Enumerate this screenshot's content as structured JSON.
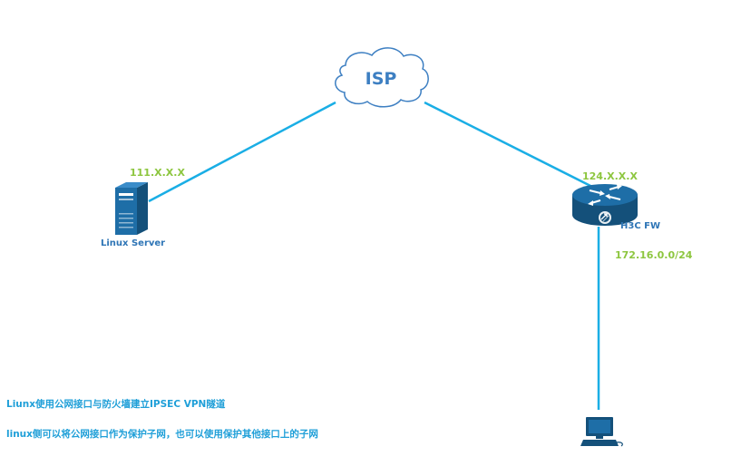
{
  "colors": {
    "link": "#1aaee5",
    "ip_label": "#8dc63f",
    "device_label": "#2e75b6",
    "note_text": "#1f9fd8",
    "device_fill": "#1e6ea7",
    "device_dark": "#14507a",
    "cloud_stroke": "#3d7fc2",
    "isp_text": "#3d7fc2"
  },
  "nodes": {
    "isp": {
      "label": "ISP",
      "icon": "cloud-icon"
    },
    "linux_server": {
      "label": "Linux Server",
      "ip": "111.X.X.X",
      "icon": "server-icon"
    },
    "firewall": {
      "label": "H3C FW",
      "ip": "124.X.X.X",
      "subnet": "172.16.0.0/24",
      "icon": "router-icon"
    },
    "workstation": {
      "icon": "workstation-icon"
    }
  },
  "notes": [
    "Liunx使用公网接口与防火墙建立IPSEC VPN隧道",
    "linux侧可以将公网接口作为保护子网，也可以使用保护其他接口上的子网"
  ]
}
